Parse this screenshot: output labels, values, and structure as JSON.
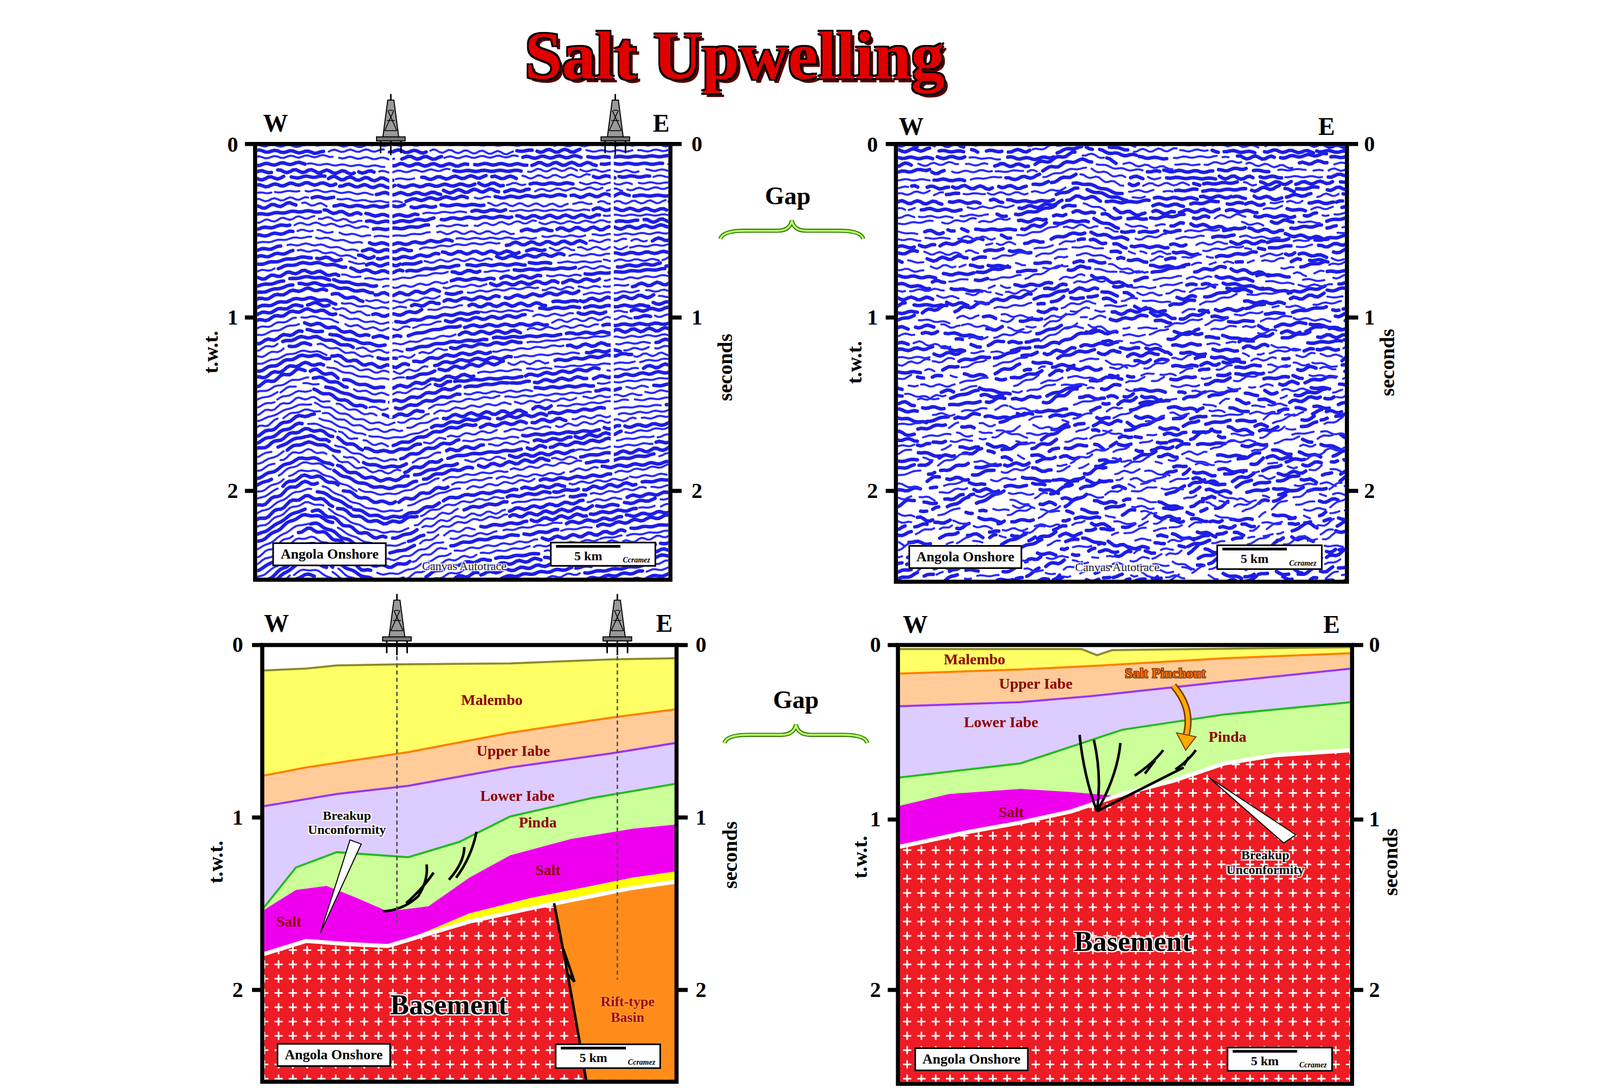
{
  "diagram": {
    "title": "Salt Upwelling",
    "nodes": [
      {
        "text": [
          "Angola Onshore"
        ]
      },
      {
        "text": [
          "5 km",
          "Ccramez"
        ]
      },
      {
        "text": [
          "Angola Onshore"
        ]
      },
      {
        "text": [
          "5 km",
          "Ccramez"
        ]
      },
      {
        "text": [
          "Angola Onshore"
        ]
      },
      {
        "text": [
          "5 km",
          "Ccramez"
        ]
      },
      {
        "text": [
          "Angola Onshore"
        ]
      },
      {
        "text": [
          "5 km",
          "Ccramez"
        ]
      }
    ],
    "labels": [
      "W",
      "E",
      "0",
      "0",
      "1",
      "1",
      "2",
      "2",
      "t.w.t.",
      "seconds",
      "Canvas Autotrace",
      "W",
      "E",
      "0",
      "0",
      "1",
      "1",
      "2",
      "2",
      "t.w.t.",
      "seconds",
      "Canvas Autotrace",
      "Gap",
      "Gap",
      "W",
      "E",
      "0",
      "0",
      "1",
      "1",
      "2",
      "2",
      "t.w.t.",
      "seconds",
      "Malembo",
      "Upper Iabe",
      "Lower Iabe",
      "Pinda",
      "Salt",
      "Salt",
      "Breakup Unconformity",
      "Basement",
      "Rift-type Basin",
      "W",
      "E",
      "0",
      "0",
      "1",
      "1",
      "2",
      "2",
      "t.w.t.",
      "seconds",
      "Malembo",
      "Upper Iabe",
      "Lower Iabe",
      "Salt Pinchout",
      "Pinda",
      "Salt",
      "Breakup Unconformity",
      "Basement"
    ]
  }
}
